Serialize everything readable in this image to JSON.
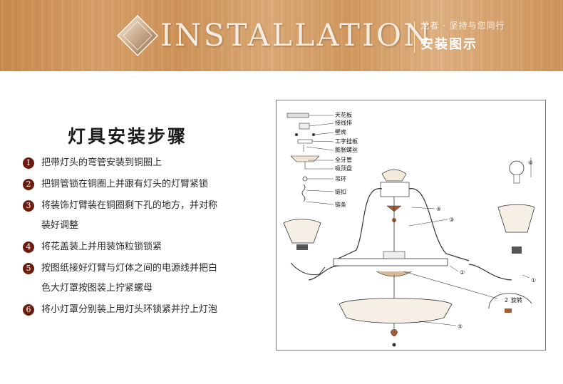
{
  "banner": {
    "title": "INSTALLATION",
    "subtitle": "龙者 · 坚持与您同行",
    "section": "安装图示"
  },
  "heading": "灯具安装步骤",
  "steps": [
    {
      "num": "1",
      "lines": [
        "把带灯头的弯管安装到铜圈上"
      ]
    },
    {
      "num": "2",
      "lines": [
        "把铜管锁在铜圈上并跟有灯头的灯臂紧锁"
      ]
    },
    {
      "num": "3",
      "lines": [
        "将装饰灯臂装在铜圈剩下孔的地方，并对称",
        "装好调整"
      ]
    },
    {
      "num": "4",
      "lines": [
        "将花盖装上并用装饰粒锁锁紧"
      ]
    },
    {
      "num": "5",
      "lines": [
        "按图纸接好灯臂与灯体之间的电源线并把白",
        "色大灯罩按图装上拧紧螺母"
      ]
    },
    {
      "num": "6",
      "lines": [
        "将小灯罩分别装上用灯头环锁紧并拧上灯泡"
      ]
    }
  ],
  "diagram": {
    "labels": [
      "天花板",
      "接线排",
      "壁虎",
      "工字挂板",
      "膨胀螺丝",
      "全牙管",
      "吸顶盘",
      "吊环",
      "链扣",
      "链条"
    ],
    "callouts": [
      "①",
      "②",
      "③",
      "④",
      "⑤",
      "⑥"
    ],
    "zoom_labels": [
      "2",
      "旋转"
    ]
  },
  "colors": {
    "accent": "#6b1d0f",
    "wood": "#d29a60"
  }
}
